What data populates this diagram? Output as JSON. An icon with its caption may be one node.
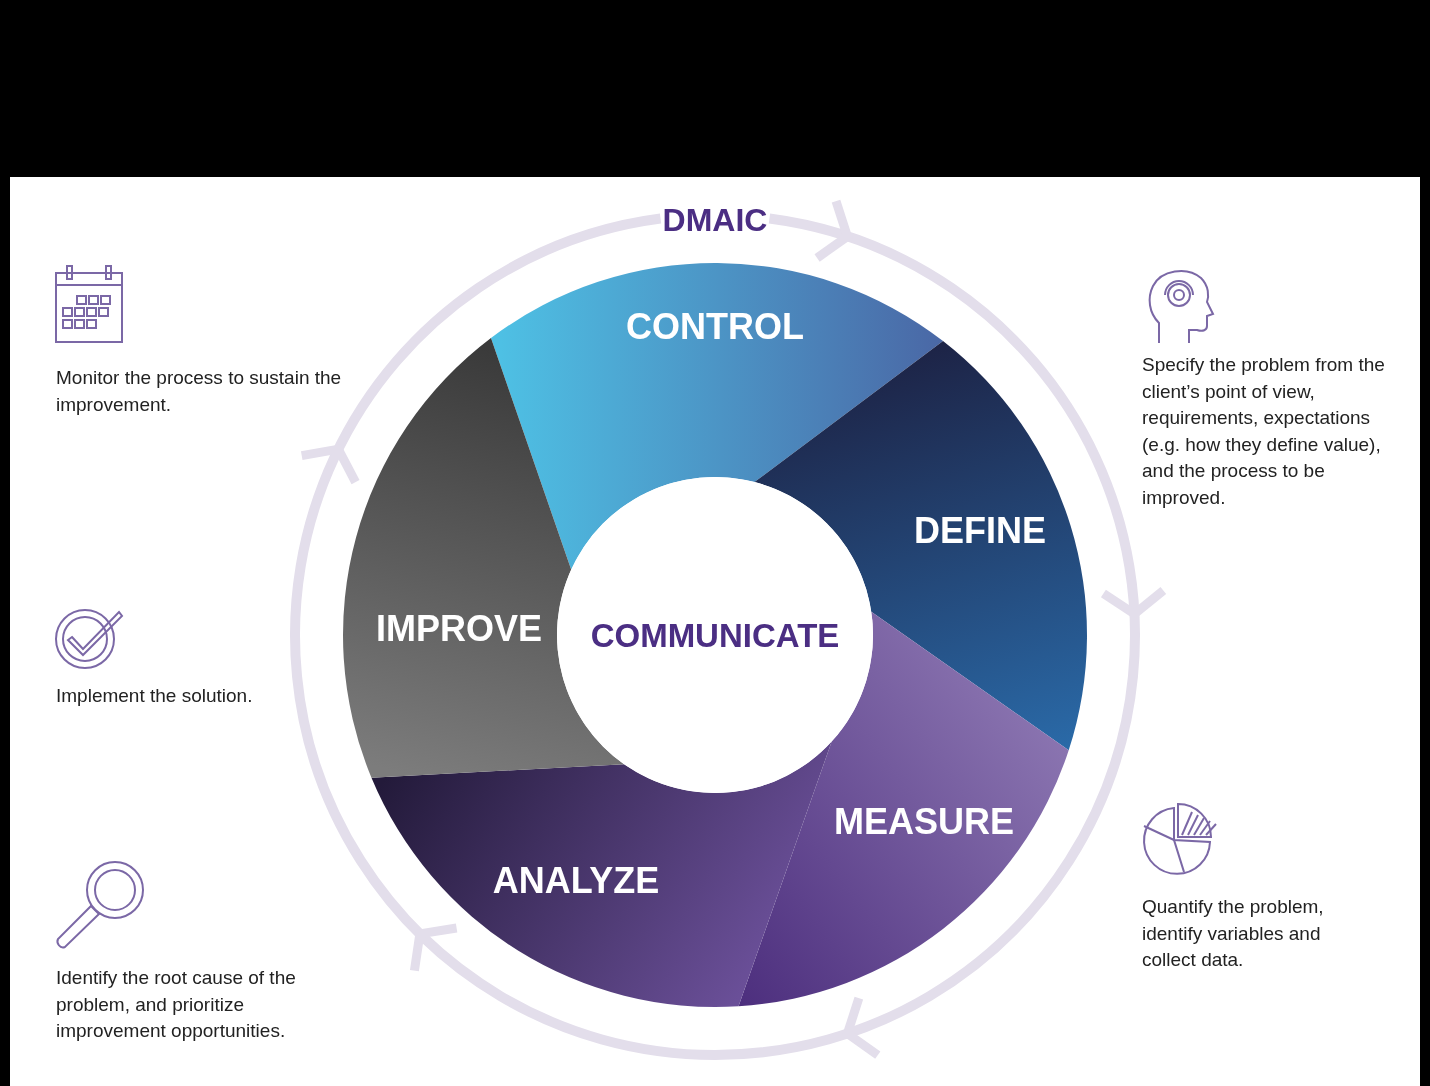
{
  "diagram": {
    "title": "DMAIC",
    "nodes": [
      {
        "text": [
          "CONTROL"
        ]
      },
      {
        "text": [
          "DEFINE"
        ]
      },
      {
        "text": [
          "MEASURE"
        ]
      },
      {
        "text": [
          "ANALYZE"
        ]
      },
      {
        "text": [
          "IMPROVE"
        ]
      },
      {
        "text": [
          "COMMUNICATE"
        ]
      }
    ],
    "labels": [
      "Monitor the process to sustain the improvement.",
      "Specify the problem from the client’s point of view, requirements, expectations (e.g. how they define value), and the process to be improved.",
      "Implement the solution.",
      "Quantify the problem, identify variables and collect data.",
      "Identify the root cause of the problem, and prioritize improvement opportunities."
    ]
  }
}
